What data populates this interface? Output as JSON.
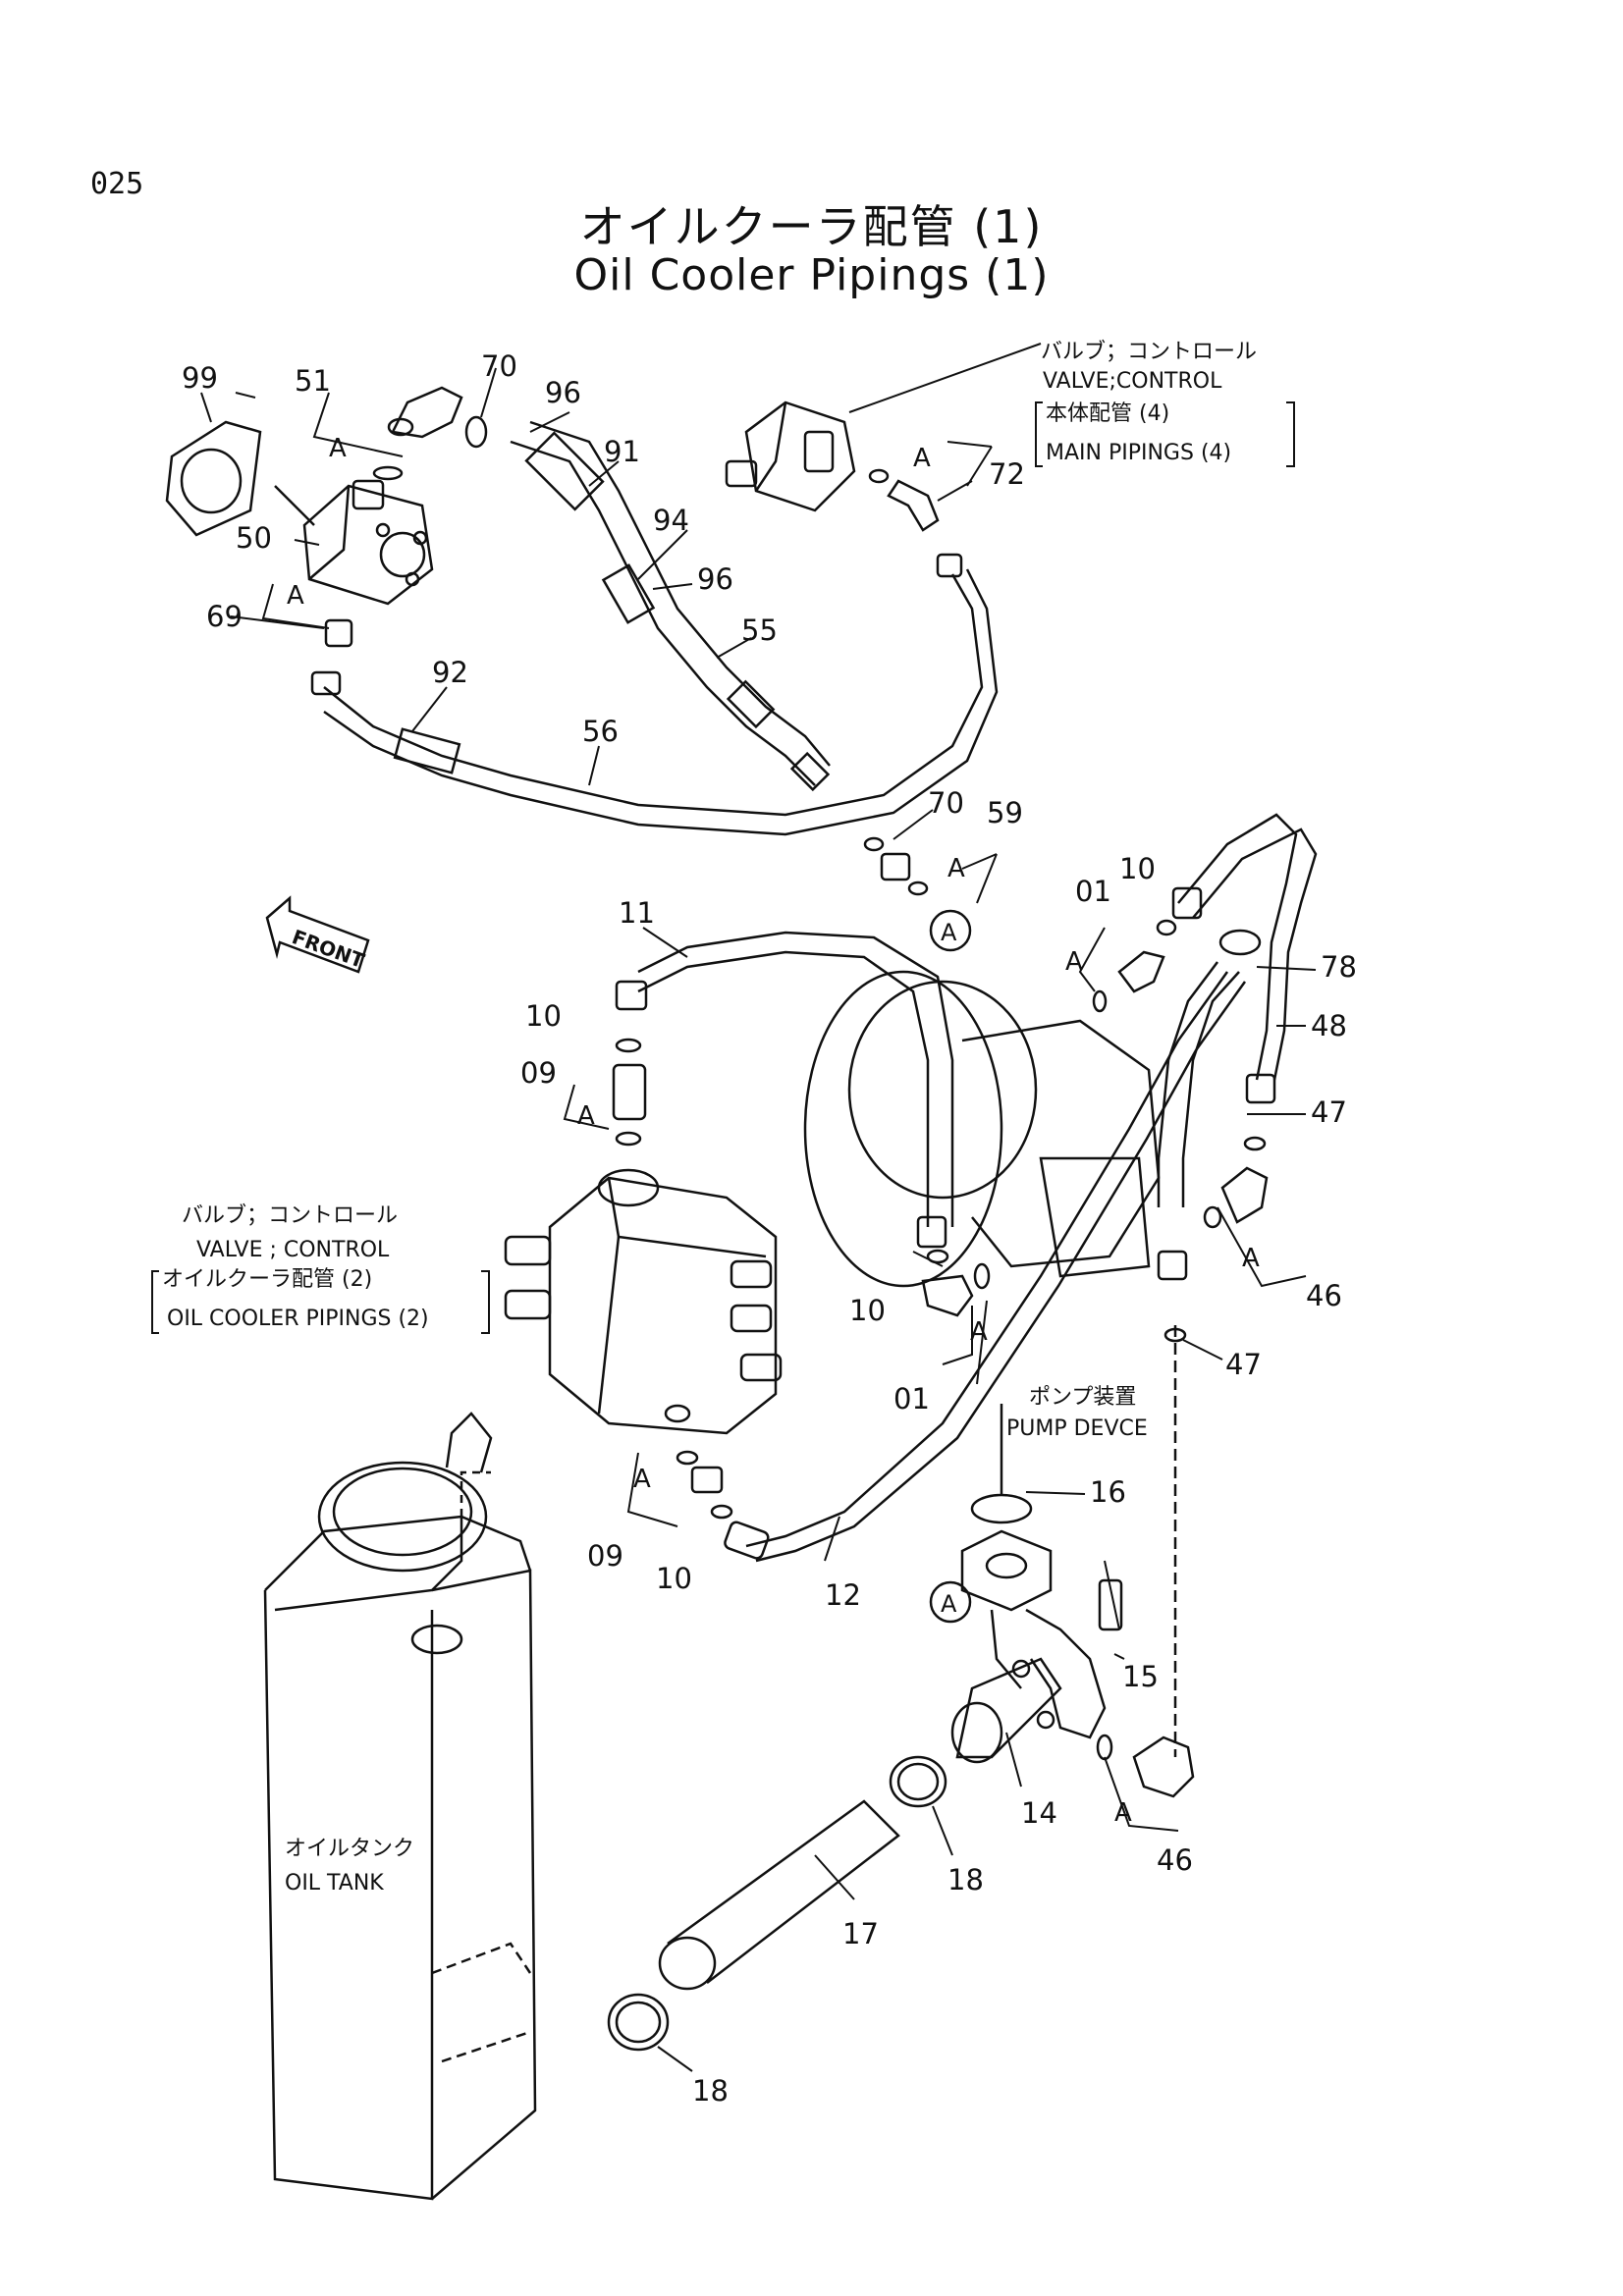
{
  "page_number": "025",
  "title_jp": "オイルクーラ配管 (1)",
  "title_en": "Oil Cooler Pipings (1)",
  "front_label": "FRONT",
  "circle_ref": "A",
  "ref_a": "A",
  "notes": {
    "valve_top_jp": "バルブ；コントロール",
    "valve_top_en": "VALVE;CONTROL",
    "main_pipings_jp": "本体配管 (4)",
    "main_pipings_en": "MAIN  PIPINGS (4)",
    "valve_left_jp": "バルブ；コントロール",
    "valve_left_en": "VALVE ; CONTROL",
    "oil_cooler_jp": "オイルクーラ配管 (2)",
    "oil_cooler_en": "OIL  COOLER  PIPINGS (2)",
    "pump_jp": "ポンプ装置",
    "pump_en": "PUMP DEVCE",
    "tank_jp": "オイルタンク",
    "tank_en": "OIL  TANK"
  },
  "part_numbers": {
    "p99": "99",
    "p51": "51",
    "p70a": "70",
    "p96a": "96",
    "p91": "91",
    "p94": "94",
    "p96b": "96",
    "p50": "50",
    "p69": "69",
    "p55": "55",
    "p92": "92",
    "p56": "56",
    "p72": "72",
    "p70b": "70",
    "p59": "59",
    "p11": "11",
    "p10a": "10",
    "p09a": "09",
    "p01a": "01",
    "p10b": "10",
    "p78": "78",
    "p48": "48",
    "p47a": "47",
    "p46a": "46",
    "p10c": "10",
    "p01b": "01",
    "p47b": "47",
    "p16": "16",
    "p09b": "09",
    "p10d": "10",
    "p12": "12",
    "p15": "15",
    "p14": "14",
    "p46b": "46",
    "p18a": "18",
    "p17": "17",
    "p18b": "18"
  }
}
